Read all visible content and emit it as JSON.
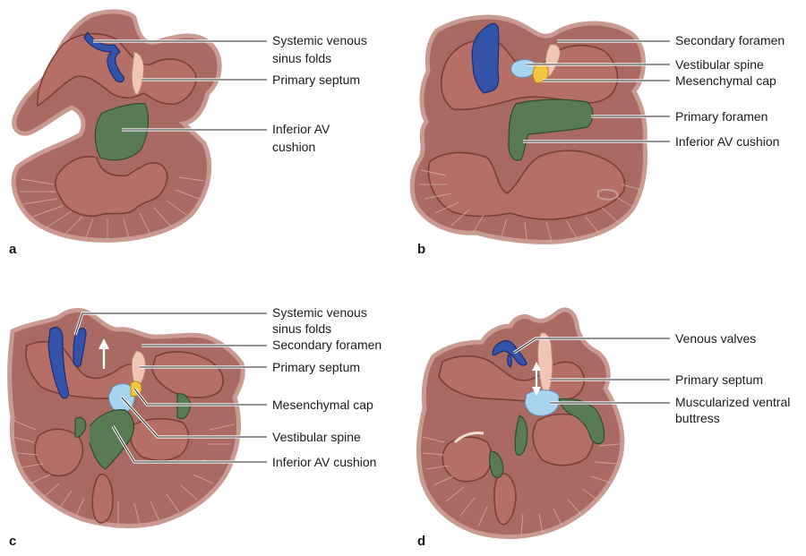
{
  "panels": [
    {
      "letter": "a",
      "labels": [
        {
          "lines": [
            "Systemic venous",
            "sinus folds"
          ]
        },
        {
          "lines": [
            "Primary septum"
          ]
        },
        {
          "lines": [
            "Inferior AV",
            "cushion"
          ]
        }
      ]
    },
    {
      "letter": "b",
      "labels": [
        {
          "lines": [
            "Secondary foramen"
          ]
        },
        {
          "lines": [
            "Vestibular spine"
          ]
        },
        {
          "lines": [
            "Mesenchymal cap"
          ]
        },
        {
          "lines": [
            "Primary foramen"
          ]
        },
        {
          "lines": [
            "Inferior AV cushion"
          ]
        }
      ]
    },
    {
      "letter": "c",
      "labels": [
        {
          "lines": [
            "Systemic venous",
            "sinus folds"
          ]
        },
        {
          "lines": [
            "Secondary foramen"
          ]
        },
        {
          "lines": [
            "Primary septum"
          ]
        },
        {
          "lines": [
            "Mesenchymal cap"
          ]
        },
        {
          "lines": [
            "Vestibular spine"
          ]
        },
        {
          "lines": [
            "Inferior AV cushion"
          ]
        }
      ]
    },
    {
      "letter": "d",
      "labels": [
        {
          "lines": [
            "Venous valves"
          ]
        },
        {
          "lines": [
            "Primary septum"
          ]
        },
        {
          "lines": [
            "Muscularized ventral",
            "buttress"
          ]
        }
      ]
    }
  ],
  "colors": {
    "myocardium": "#a86a62",
    "cavity": "#b56f66",
    "venous_folds": "#3352a8",
    "av_cushion": "#587a55",
    "primary_septum": "#f0c7b4",
    "vestibular_spine": "#a8d4ef",
    "mesenchymal_cap": "#f3c542"
  }
}
